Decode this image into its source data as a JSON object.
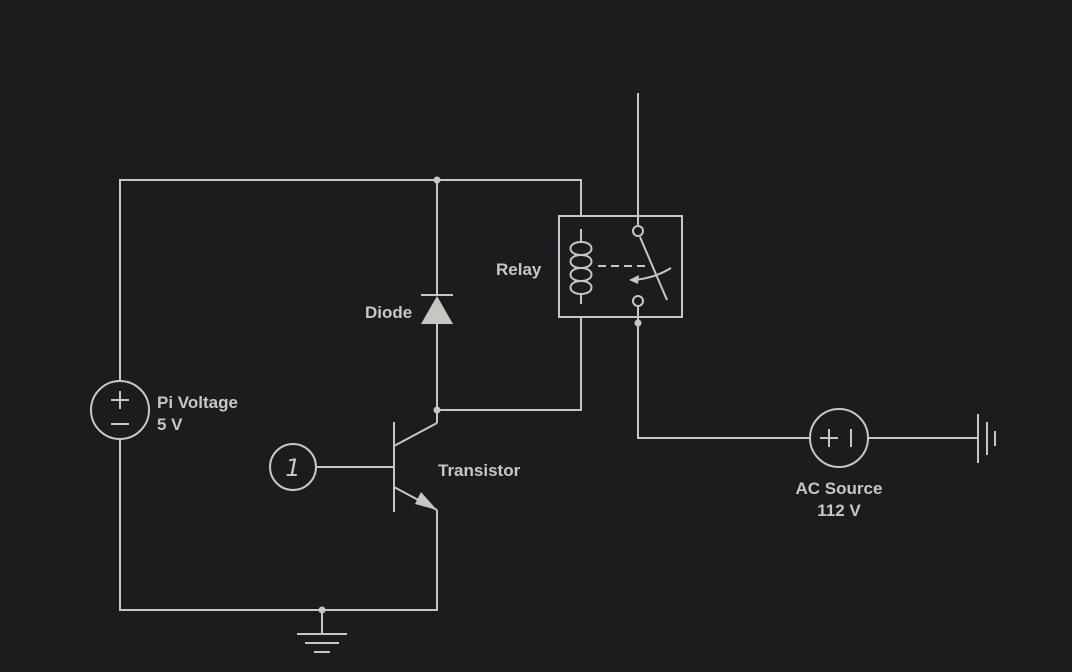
{
  "colors": {
    "background": "#1c1c1e",
    "foreground": "#c8c6c0"
  },
  "components": {
    "pi_voltage": {
      "label": "Pi Voltage",
      "value": "5 V"
    },
    "diode": {
      "label": "Diode"
    },
    "relay": {
      "label": "Relay"
    },
    "transistor": {
      "label": "Transistor"
    },
    "input_pin": {
      "number": "1"
    },
    "ac_source": {
      "label": "AC Source",
      "value": "112 V"
    }
  }
}
